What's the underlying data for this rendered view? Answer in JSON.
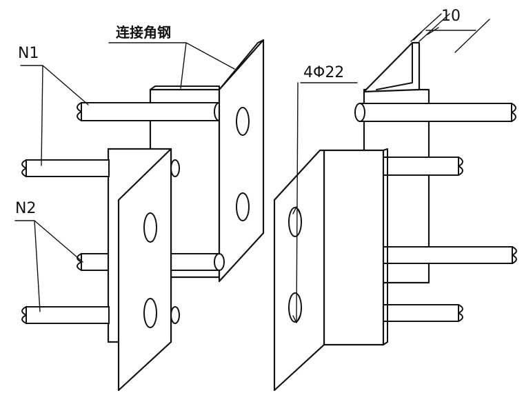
{
  "labels": {
    "n1": "N1",
    "n2": "N2",
    "angle_steel": "连接角钢",
    "bolt_holes": "4Φ22",
    "dimension": "10"
  },
  "colors": {
    "line": "#111111",
    "background": "#ffffff"
  }
}
